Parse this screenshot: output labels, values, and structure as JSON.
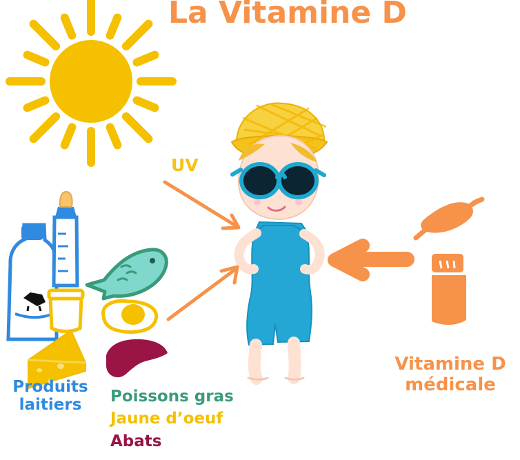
{
  "title": "La Vitamine D",
  "uv_label": "UV",
  "dairy_label": "Produits laitiers",
  "foods": {
    "fish": "Poissons gras",
    "egg": "Jaune d’oeuf",
    "offal": "Abats"
  },
  "medical_label": "Vitamine D médicale",
  "colors": {
    "title": "#f7924a",
    "uv": "#f5c218",
    "dairy": "#2f8ae0",
    "fish": "#3a9b7a",
    "egg": "#f5c000",
    "offal": "#9a1446",
    "medical": "#f7924a",
    "arrow": "#f7924a",
    "sun": "#f5c000"
  },
  "icons": [
    "sun-icon",
    "child-figure",
    "straw-hat-icon",
    "sunglasses-icon",
    "milk-bottle-icon",
    "baby-bottle-icon",
    "yogurt-jar-icon",
    "cheese-icon",
    "fish-icon",
    "fried-egg-icon",
    "liver-icon",
    "ampoule-icon",
    "pill-bottle-icon"
  ]
}
